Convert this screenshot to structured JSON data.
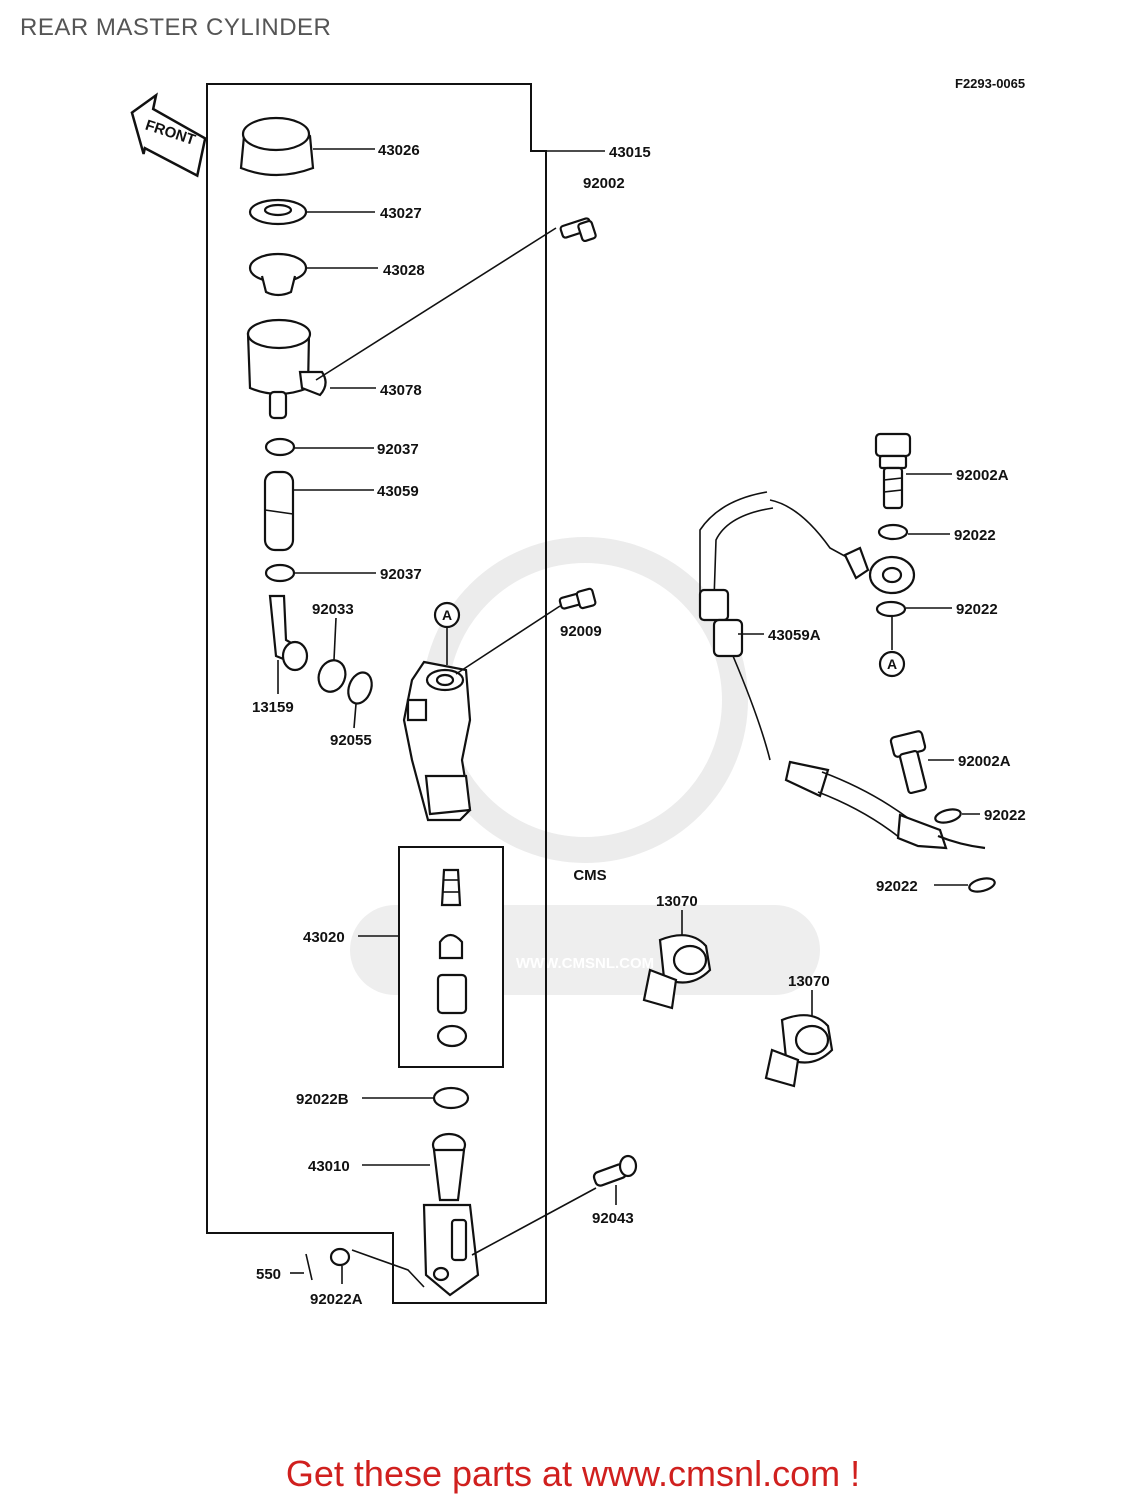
{
  "page": {
    "title": "REAR MASTER CYLINDER",
    "figure_code": "F2293-0065",
    "footer": "Get these parts at www.cmsnl.com !"
  },
  "watermark": {
    "text": "CMS",
    "url": "WWW.CMSNL.COM"
  },
  "direction_arrow": {
    "label": "FRONT"
  },
  "reference_marker": "A",
  "part_labels": {
    "p43026": "43026",
    "p43015": "43015",
    "p92002": "92002",
    "p43027": "43027",
    "p43028": "43028",
    "p43078": "43078",
    "p92037_a": "92037",
    "p43059": "43059",
    "p92037_b": "92037",
    "p92033": "92033",
    "p92009": "92009",
    "p13159": "13159",
    "p92055": "92055",
    "p92002A_a": "92002A",
    "p92022_a": "92022",
    "p43059A": "43059A",
    "p92022_b": "92022",
    "p92002A_b": "92002A",
    "p92022_c": "92022",
    "p92022_d": "92022",
    "p43020": "43020",
    "p13070_a": "13070",
    "p13070_b": "13070",
    "p92022B": "92022B",
    "p43010": "43010",
    "p92043": "92043",
    "p550": "550",
    "p92022A": "92022A"
  }
}
